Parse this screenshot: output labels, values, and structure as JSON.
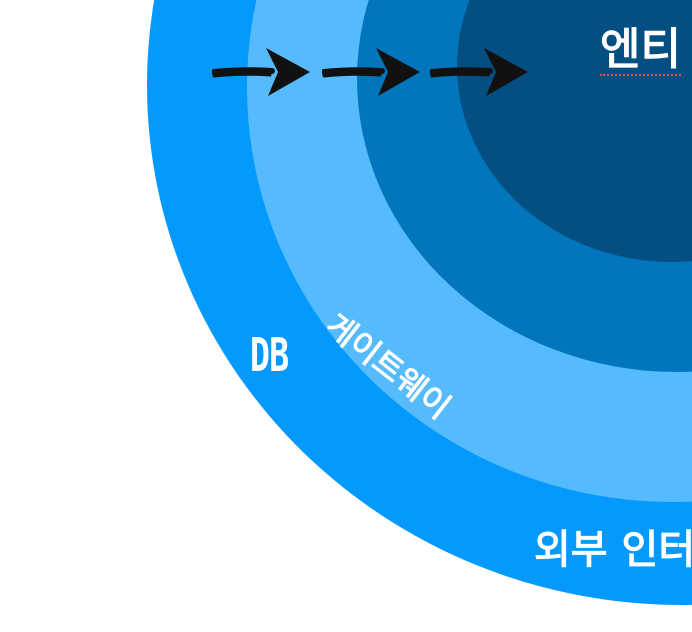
{
  "diagram": {
    "layers": [
      {
        "id": "external",
        "label": "외부 인터",
        "color": "#0399fd"
      },
      {
        "id": "gateway",
        "label": "게이트웨이",
        "color": "#56bbfd"
      },
      {
        "id": "middle",
        "label": "",
        "color": "#0276bd"
      },
      {
        "id": "entity",
        "label": "엔티",
        "color": "#034f82"
      }
    ],
    "side_label": "DB",
    "arrow_count": 3,
    "arrow_color": "#111111"
  }
}
